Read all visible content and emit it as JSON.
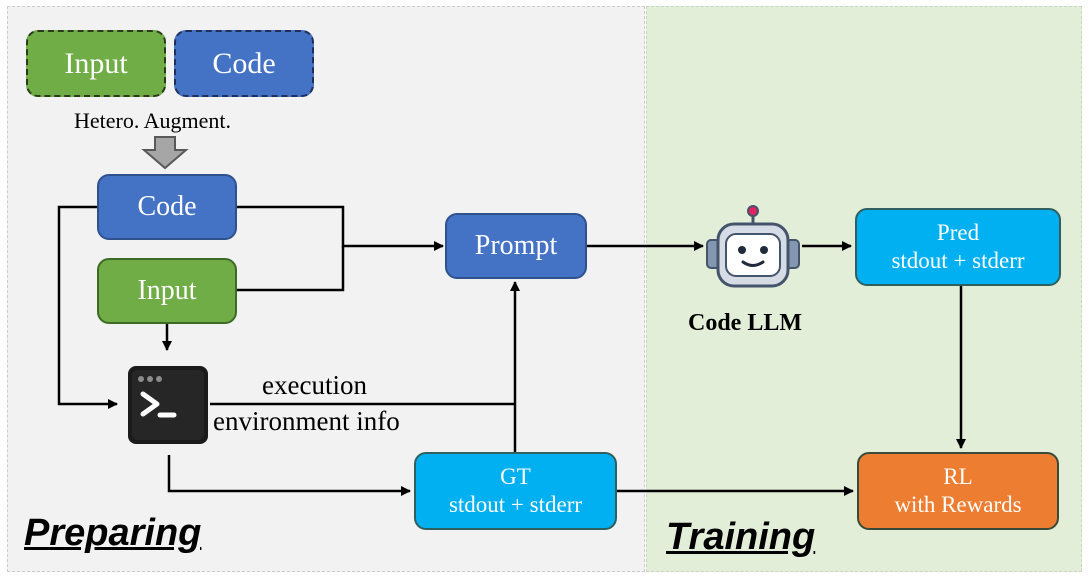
{
  "legend": {
    "input_label": "Input",
    "code_label": "Code",
    "caption": "Hetero. Augment."
  },
  "nodes": {
    "code": "Code",
    "input": "Input",
    "prompt": "Prompt",
    "execution_label_line1": "execution",
    "execution_label_line2": "environment info",
    "gt_line1": "GT",
    "gt_line2": "stdout + stderr",
    "llm_label": "Code LLM",
    "pred_line1": "Pred",
    "pred_line2": "stdout + stderr",
    "rl_line1": "RL",
    "rl_line2": "with Rewards"
  },
  "sections": {
    "preparing": "Preparing",
    "training": "Training"
  },
  "icons": {
    "terminal": "terminal-icon",
    "robot": "robot-icon",
    "augment_arrow": "down-arrow-icon"
  },
  "colors": {
    "blue": "#4472c4",
    "green": "#70ad47",
    "cyan": "#00b0f0",
    "orange": "#ed7d31",
    "preparing_bg": "#f2f2f2",
    "training_bg": "#e3eed9"
  }
}
